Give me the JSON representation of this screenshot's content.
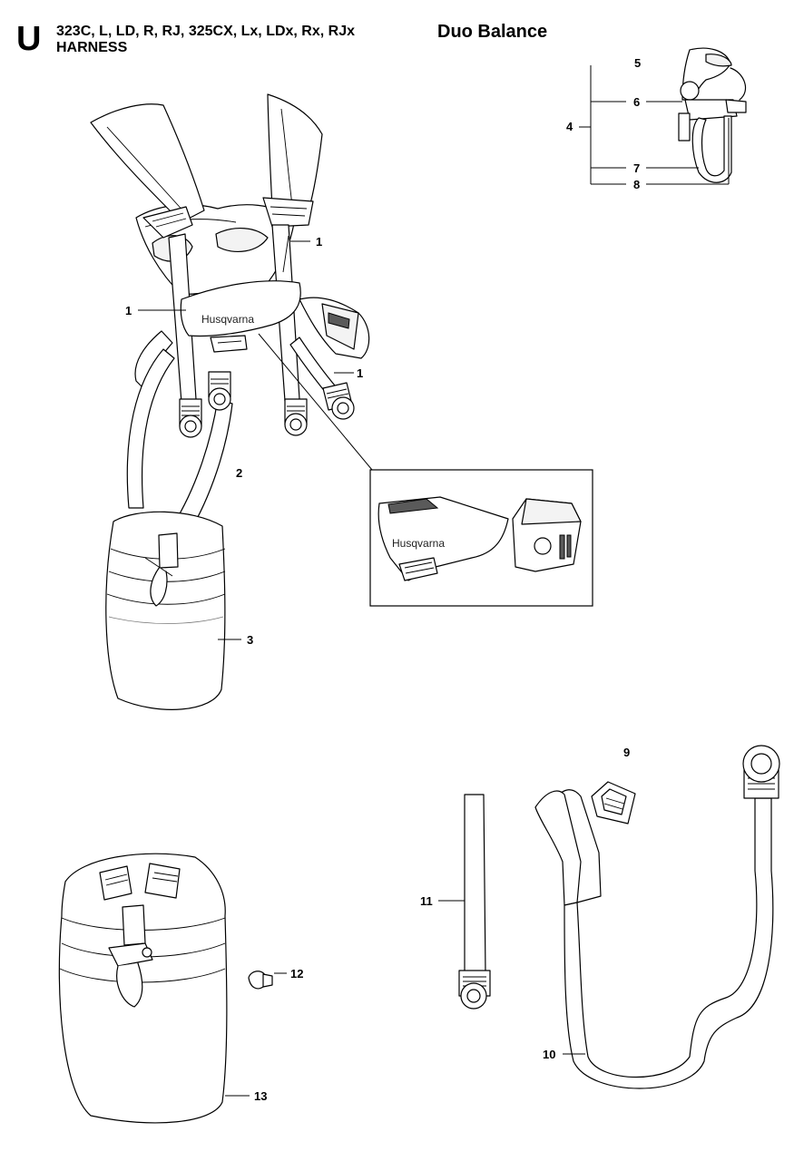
{
  "header": {
    "section_letter": "U",
    "models": "323C, L, LD, R, RJ, 325CX, Lx, LDx, Rx, RJx",
    "subtitle": "HARNESS",
    "title": "Duo Balance"
  },
  "callouts": {
    "c1a": "1",
    "c1b": "1",
    "c1c": "1",
    "c2": "2",
    "c3": "3",
    "c4": "4",
    "c5": "5",
    "c6": "6",
    "c7": "7",
    "c8": "8",
    "c9": "9",
    "c10": "10",
    "c11": "11",
    "c12": "12",
    "c13": "13"
  },
  "logo_text": "Husqvarna"
}
